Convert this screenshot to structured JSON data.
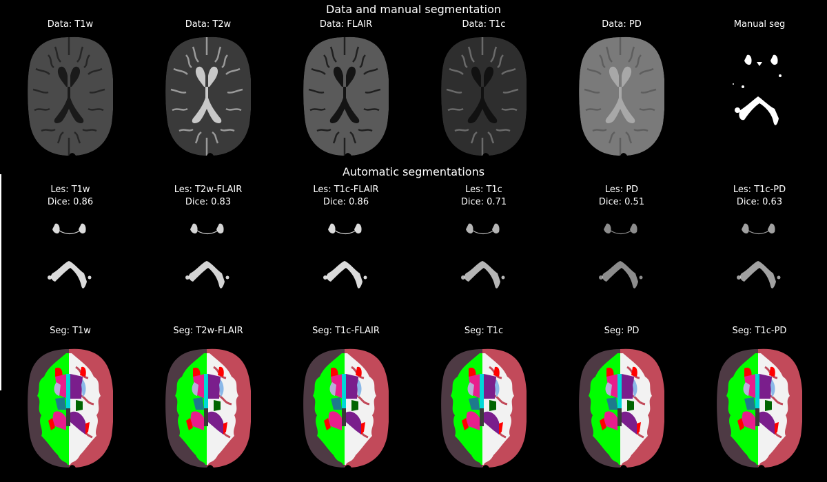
{
  "figure": {
    "background": "#000000",
    "sections": [
      {
        "title": "Data and manual segmentation"
      },
      {
        "title": "Automatic segmentations"
      }
    ]
  },
  "row1": {
    "panels": [
      {
        "title": "Data: T1w",
        "modality": "T1w",
        "tone": {
          "brain": "#4a4a4a",
          "csf": "#1a1a1a",
          "sulci": "#262626"
        }
      },
      {
        "title": "Data: T2w",
        "modality": "T2w",
        "tone": {
          "brain": "#3a3a3a",
          "csf": "#c8c8c8",
          "sulci": "#9a9a9a"
        }
      },
      {
        "title": "Data: FLAIR",
        "modality": "FLAIR",
        "tone": {
          "brain": "#5a5a5a",
          "csf": "#141414",
          "sulci": "#202020"
        }
      },
      {
        "title": "Data: T1c",
        "modality": "T1c",
        "tone": {
          "brain": "#2e2e2e",
          "csf": "#111111",
          "sulci": "#6a6a6a"
        }
      },
      {
        "title": "Data: PD",
        "modality": "PD",
        "tone": {
          "brain": "#7a7a7a",
          "csf": "#a8a8a8",
          "sulci": "#5e5e5e"
        }
      },
      {
        "title": "Manual seg",
        "modality": "mask"
      }
    ]
  },
  "row2": {
    "panels": [
      {
        "title": "Les: T1w",
        "dice_label": "Dice: 0.86",
        "dice": 0.86
      },
      {
        "title": "Les: T2w-FLAIR",
        "dice_label": "Dice: 0.83",
        "dice": 0.83
      },
      {
        "title": "Les: T1c-FLAIR",
        "dice_label": "Dice: 0.86",
        "dice": 0.86
      },
      {
        "title": "Les: T1c",
        "dice_label": "Dice: 0.71",
        "dice": 0.71
      },
      {
        "title": "Les: PD",
        "dice_label": "Dice: 0.51",
        "dice": 0.51
      },
      {
        "title": "Les: T1c-PD",
        "dice_label": "Dice: 0.63",
        "dice": 0.63
      }
    ]
  },
  "row3": {
    "panels": [
      {
        "title": "Seg: T1w"
      },
      {
        "title": "Seg: T2w-FLAIR"
      },
      {
        "title": "Seg: T1c-FLAIR"
      },
      {
        "title": "Seg: T1c"
      },
      {
        "title": "Seg: PD"
      },
      {
        "title": "Seg: T1c-PD"
      }
    ],
    "label_colors": {
      "gray_matter_left": "#4e3a44",
      "white_matter_left": "#00ff00",
      "gray_matter_right": "#c24a5a",
      "white_matter_right": "#f2f2f2",
      "lesion": "#ff0000",
      "caudate": "#e81e8c",
      "putamen": "#b8b0d8",
      "lateral_ventricle": "#7a1e8c",
      "pallidum": "#8ab8e8",
      "thalamus": "#1e7a8c",
      "thalamus_right": "#006400",
      "csf_midline": "#00d8d8",
      "midline": "#3a3a3a"
    }
  }
}
